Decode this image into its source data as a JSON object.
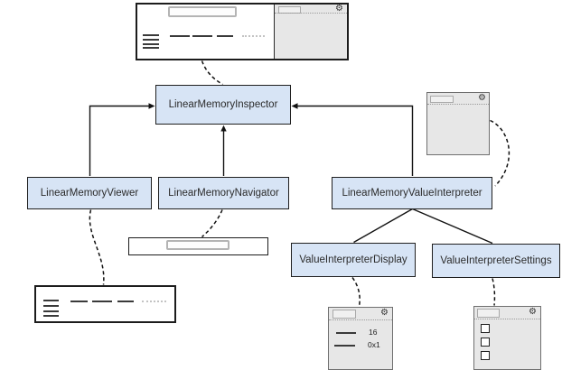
{
  "diagram": {
    "type": "component-architecture",
    "nodes": {
      "inspector": {
        "label": "LinearMemoryInspector"
      },
      "viewer": {
        "label": "LinearMemoryViewer"
      },
      "navigator": {
        "label": "LinearMemoryNavigator"
      },
      "interpreter": {
        "label": "LinearMemoryValueInterpreter"
      },
      "display": {
        "label": "ValueInterpreterDisplay"
      },
      "settings": {
        "label": "ValueInterpreterSettings"
      }
    },
    "edges": [
      {
        "from": "viewer",
        "to": "inspector",
        "style": "solid",
        "arrowhead": "at-inspector"
      },
      {
        "from": "navigator",
        "to": "inspector",
        "style": "solid",
        "arrowhead": "at-inspector"
      },
      {
        "from": "interpreter",
        "to": "inspector",
        "style": "solid",
        "arrowhead": "at-inspector"
      },
      {
        "from": "interpreter",
        "to": "display",
        "style": "solid",
        "arrowhead": "none"
      },
      {
        "from": "interpreter",
        "to": "settings",
        "style": "solid",
        "arrowhead": "none"
      },
      {
        "from": "inspector-mockup",
        "to": "inspector",
        "style": "dashed"
      },
      {
        "from": "interpreter-mockup",
        "to": "interpreter",
        "style": "dashed"
      },
      {
        "from": "viewer",
        "to": "viewer-mockup",
        "style": "dashed"
      },
      {
        "from": "navigator",
        "to": "navigator-mockup",
        "style": "dashed"
      },
      {
        "from": "display",
        "to": "display-mockup",
        "style": "dashed"
      },
      {
        "from": "settings",
        "to": "settings-mockup",
        "style": "dashed"
      }
    ],
    "display_mockup": {
      "rows": [
        {
          "value": "16"
        },
        {
          "value": "0x1"
        }
      ]
    },
    "settings_mockup": {
      "checkboxes": [
        false,
        false,
        false
      ]
    },
    "icons": {
      "gear": "⚙"
    },
    "colors": {
      "node_fill": "#d7e4f5",
      "node_border": "#1f1f1f",
      "panel_fill": "#e7e7e7",
      "panel_border": "#6f6f6f",
      "connector": "#111111"
    }
  }
}
